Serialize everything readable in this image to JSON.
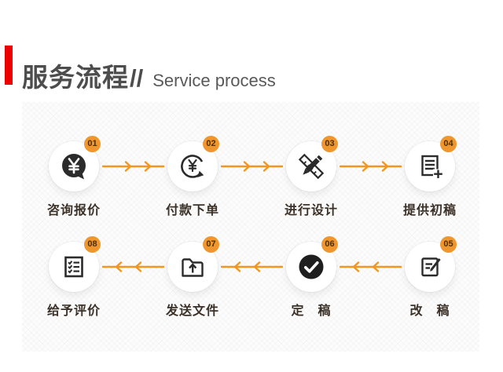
{
  "header": {
    "title_cn": "服务流程",
    "title_slashes": "//",
    "title_en": "Service process"
  },
  "colors": {
    "accent_red": "#ec0000",
    "badge_orange": "#f0962e",
    "arrow_orange": "#f2961f",
    "icon_dark": "#2b2b2b",
    "title_dark": "#4d4d4d",
    "label_brown": "#3b3128"
  },
  "process": {
    "rows": [
      {
        "direction": "right",
        "steps": [
          {
            "number": "01",
            "label": "咨询报价",
            "icon": "yuan-bubble-icon"
          },
          {
            "number": "02",
            "label": "付款下单",
            "icon": "yuan-cycle-icon"
          },
          {
            "number": "03",
            "label": "进行设计",
            "icon": "design-tools-icon"
          },
          {
            "number": "04",
            "label": "提供初稿",
            "icon": "document-add-icon"
          }
        ]
      },
      {
        "direction": "left",
        "steps": [
          {
            "number": "08",
            "label": "给予评价",
            "icon": "checklist-icon"
          },
          {
            "number": "07",
            "label": "发送文件",
            "icon": "folder-upload-icon"
          },
          {
            "number": "06",
            "label": "定　稿",
            "icon": "check-circle-icon"
          },
          {
            "number": "05",
            "label": "改　稿",
            "icon": "document-edit-icon"
          }
        ]
      }
    ]
  }
}
